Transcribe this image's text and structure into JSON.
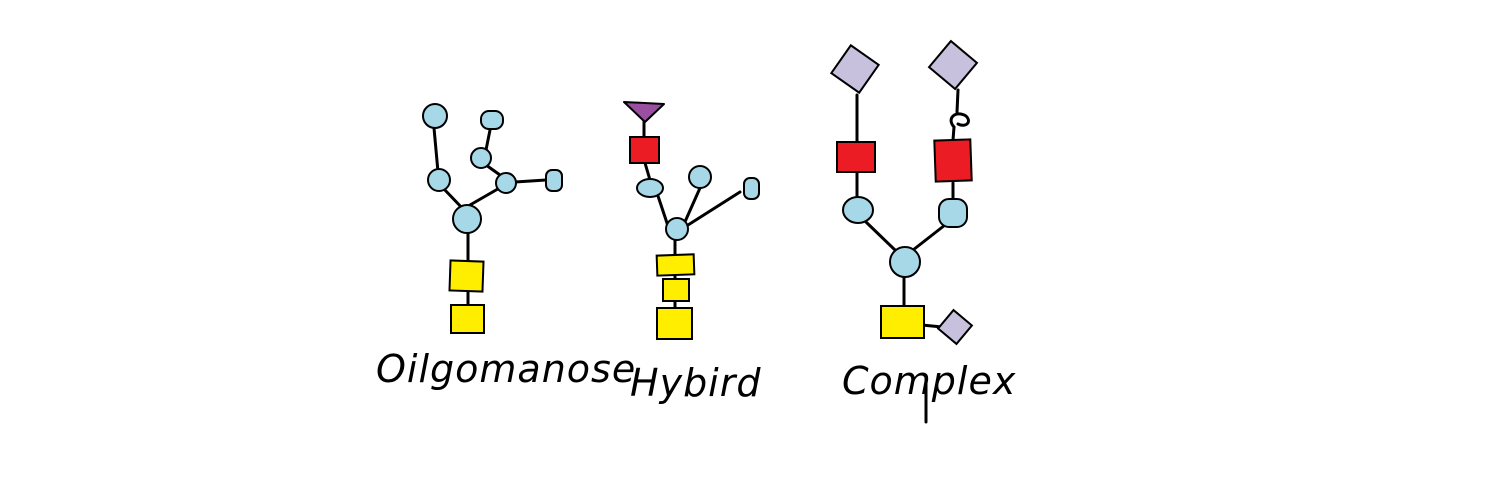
{
  "labels": {
    "oligomannose": "Oilgomanose",
    "hybrid": "Hybird",
    "complex": "Complex"
  },
  "colors": {
    "light_blue": "#a7d8e8",
    "yellow": "#ffee00",
    "red": "#ec1c24",
    "purple": "#9b4fa0",
    "lavender": "#c8c1de",
    "stroke": "#000000"
  }
}
